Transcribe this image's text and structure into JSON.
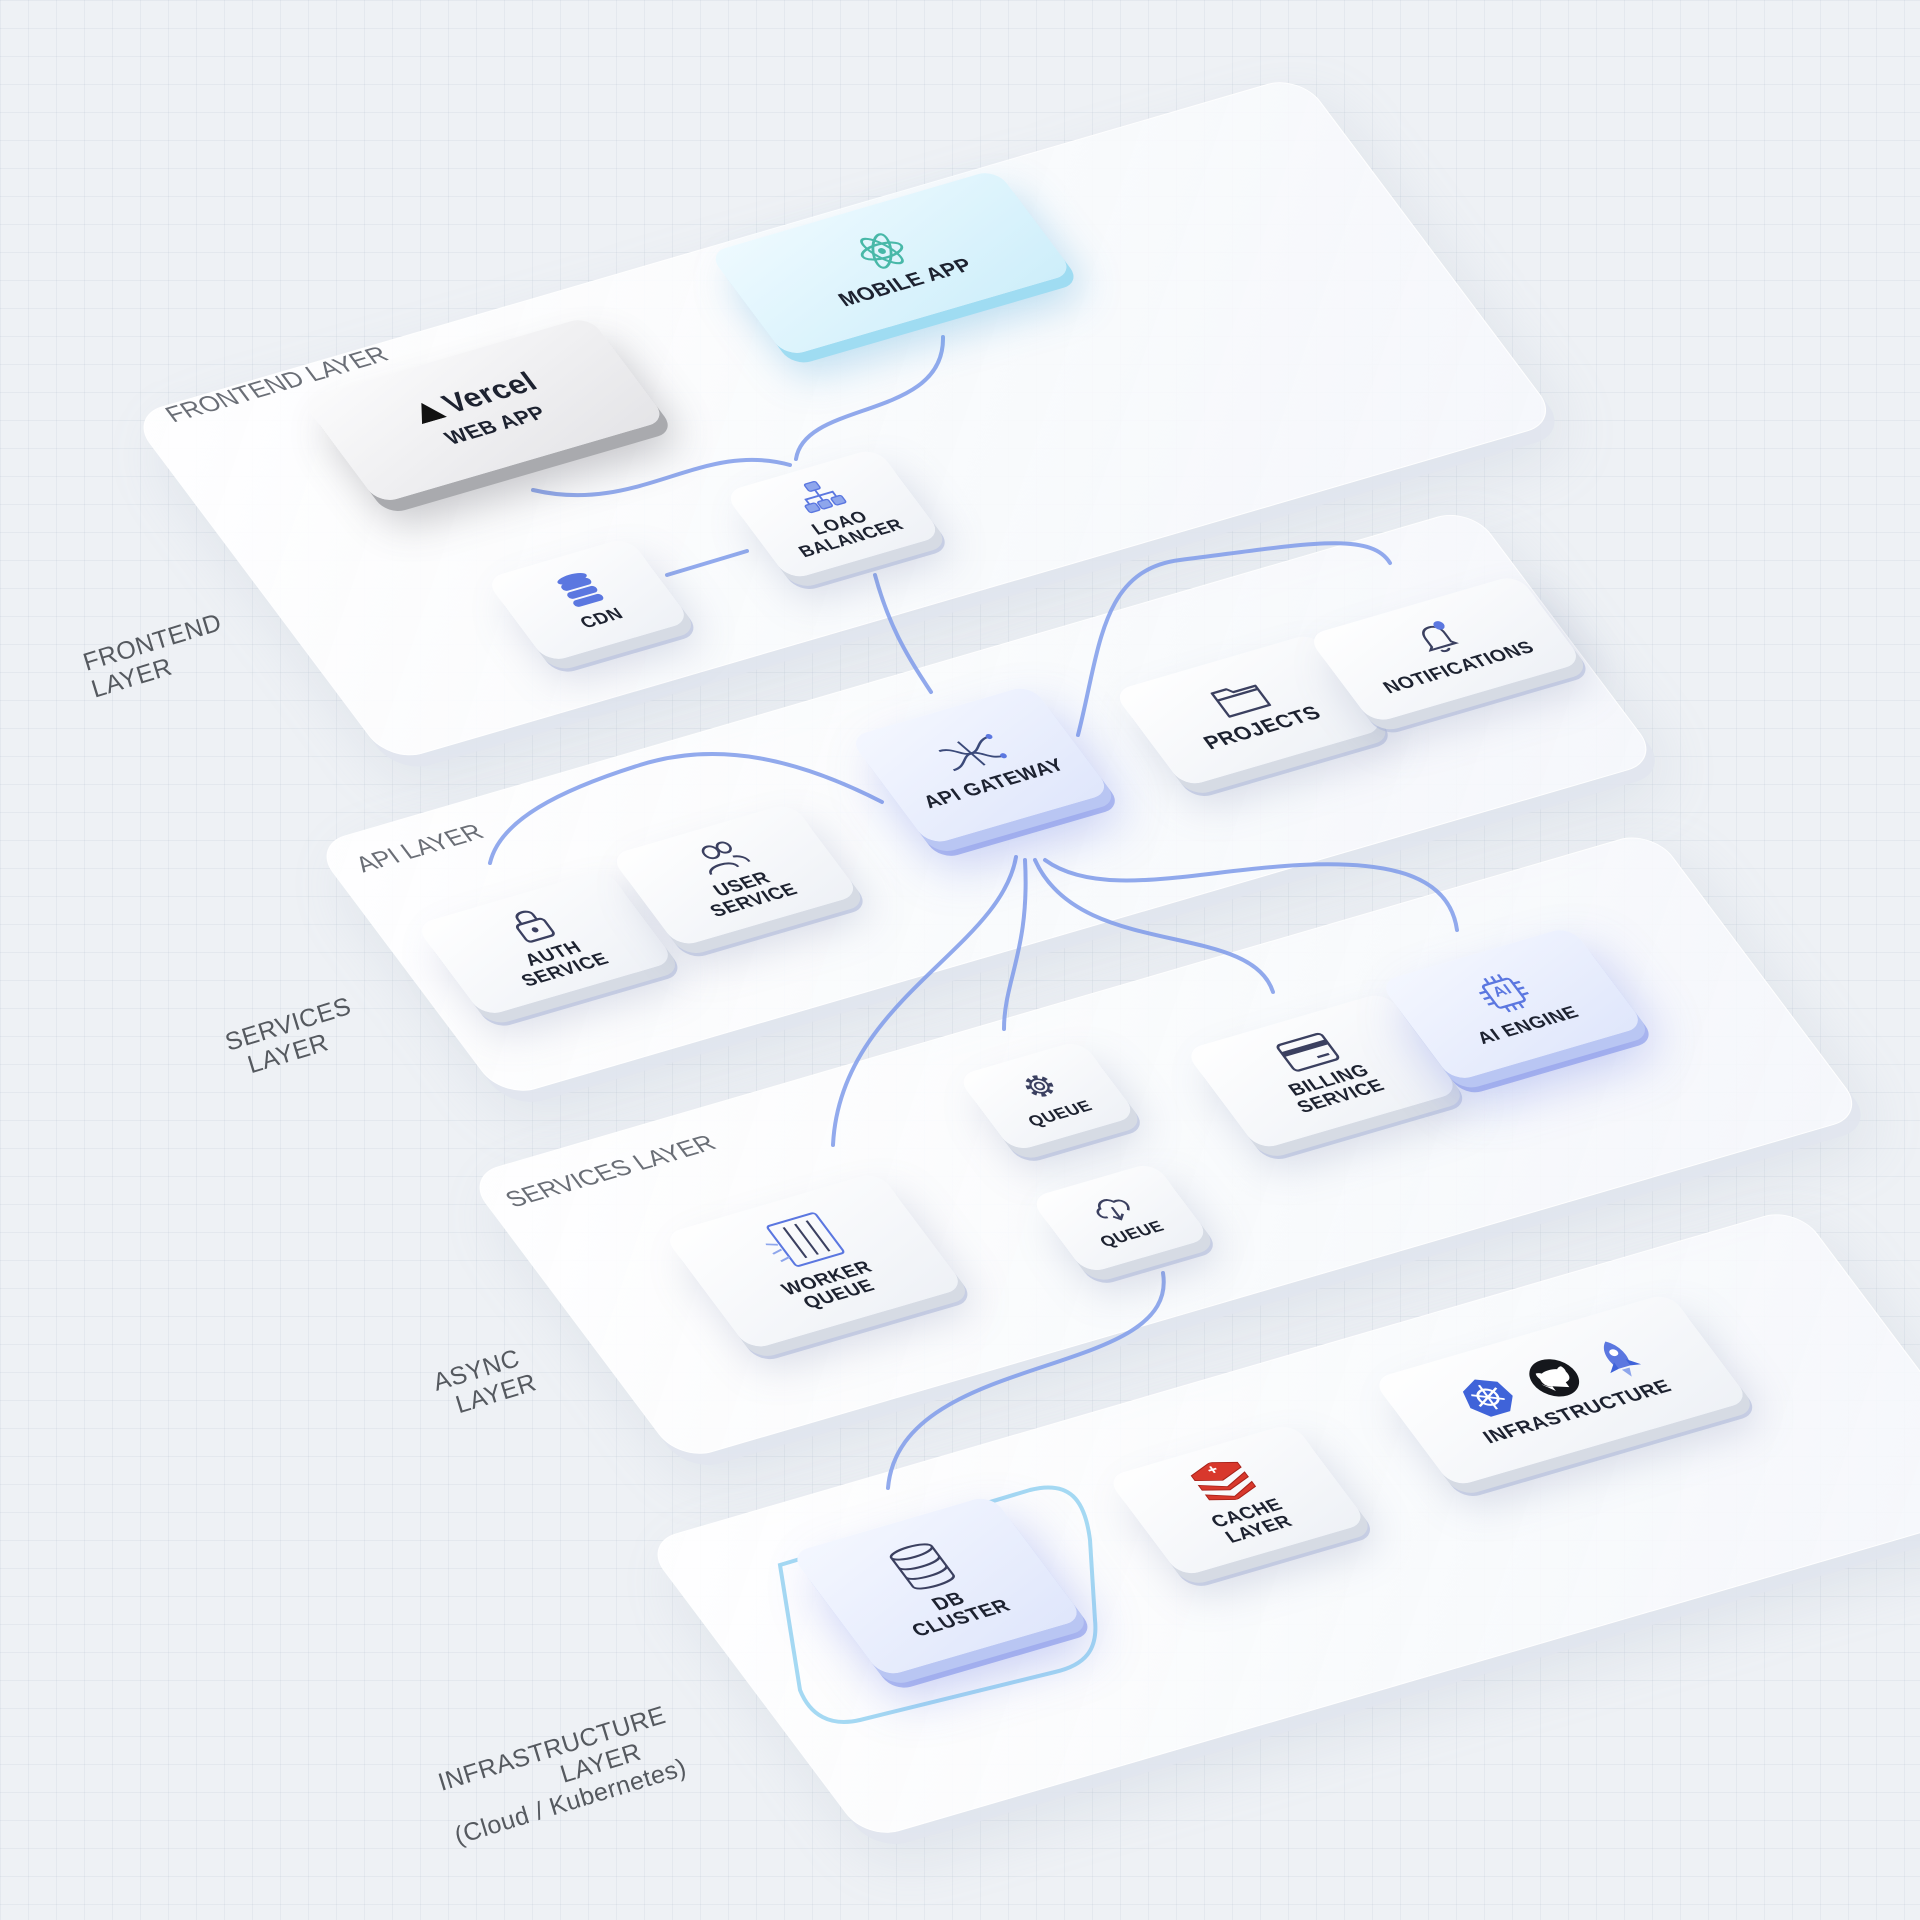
{
  "layers": {
    "frontend_panel_label": "FRONTEND LAYER",
    "frontend_side_label": "FRONTEND\nLAYER",
    "api_panel_label": "API LAYER",
    "services_side_label": "SERVICES\n  LAYER",
    "services_panel_label": "SERVICES LAYER",
    "async_side_label": "ASYNC\n  LAYER",
    "infra_side_label": "INFRASTRUCTURE\n                LAYER\n(Cloud / Kubernetes)"
  },
  "nodes": {
    "web_app": {
      "brand": "Vercel",
      "label": "WEB APP",
      "icon": "vercel-triangle-icon"
    },
    "mobile_app": {
      "label": "MOBILE APP",
      "icon": "react-atom-icon"
    },
    "load_balancer": {
      "label": "LOAO\nBALANCER",
      "icon": "hierarchy-icon"
    },
    "cdn": {
      "label": "CDN",
      "icon": "database-stack-icon"
    },
    "api_gateway": {
      "label": "API GATEWAY",
      "icon": "gateway-icon"
    },
    "projects": {
      "label": "PROJECTS",
      "icon": "folder-icon"
    },
    "notifications": {
      "label": "NOTIFICATIONS",
      "icon": "bell-icon"
    },
    "auth_service": {
      "label": "AUTH\nSERVICE",
      "icon": "lock-icon"
    },
    "user_service": {
      "label": "USER\nSERVICE",
      "icon": "users-icon"
    },
    "queue_gear": {
      "label": "QUEUE",
      "icon": "gear-icon"
    },
    "queue_cloud": {
      "label": "QUEUE",
      "icon": "cloud-download-icon"
    },
    "billing_service": {
      "label": "BILLING\nSERVICE",
      "icon": "credit-card-icon"
    },
    "ai_engine": {
      "label": "AI ENGINE",
      "icon": "ai-chip-icon",
      "chip_text": "AI"
    },
    "worker_queue": {
      "label": "WORKER\nQUEUE",
      "icon": "worker-icon"
    },
    "db_cluster": {
      "label": "DB\nCLUSTER",
      "icon": "database-icon"
    },
    "cache_layer": {
      "label": "CACHE\nLAYER",
      "icon": "redis-icon"
    },
    "infrastructure": {
      "label": "INFRASTRUCTURE",
      "icons": [
        "kubernetes-icon",
        "github-icon",
        "rocket-icon"
      ]
    }
  },
  "colors": {
    "connector": "#7f9bea",
    "accent_blue": "#5b77e0",
    "mobile_teal": "#48b8a8",
    "redis_red": "#d8382c",
    "text": "#1d2230"
  }
}
